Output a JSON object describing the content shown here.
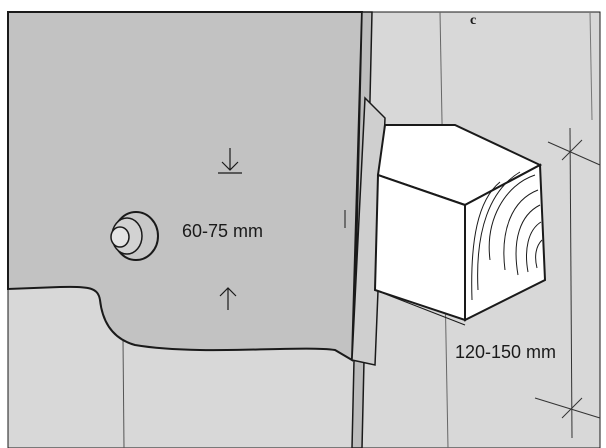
{
  "labels": {
    "board_thickness": "60-75 mm",
    "block_size": "120-150 mm",
    "corner_letter": "c"
  },
  "colors": {
    "background": "#ffffff",
    "wall_fill": "#d8d8d8",
    "plate_fill": "#c2c2c2",
    "block_fill": "#ffffff",
    "ink": "#1a1a1a"
  }
}
